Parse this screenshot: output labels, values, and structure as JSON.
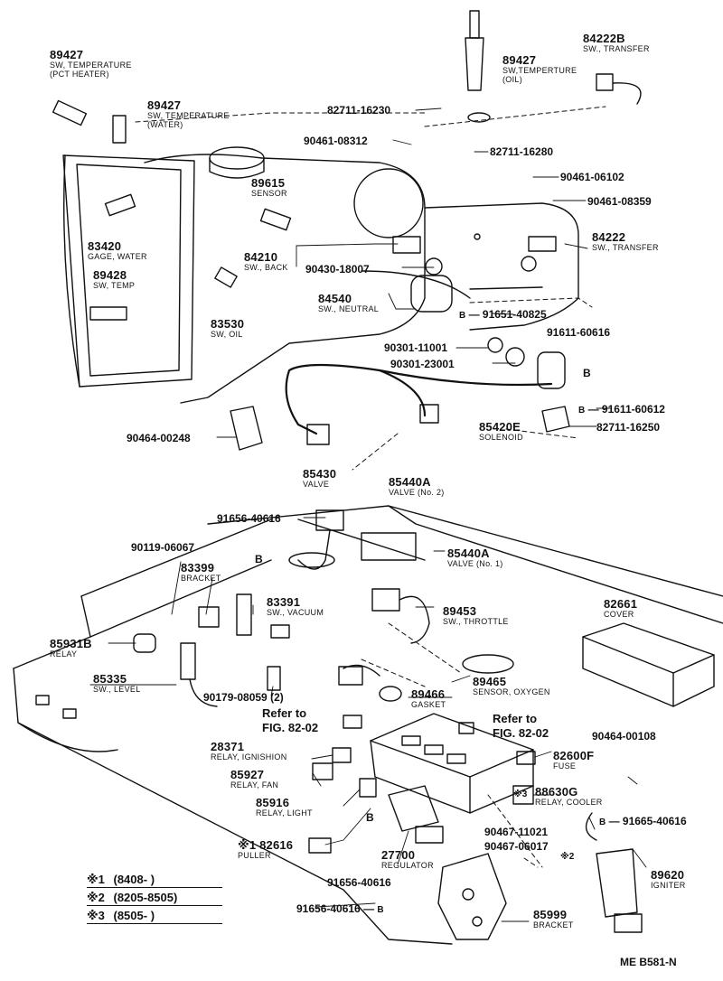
{
  "labels": {
    "p89427a": {
      "num": "89427",
      "desc": "SW, TEMPERATURE",
      "desc2": "(PCT HEATER)"
    },
    "p89427b": {
      "num": "89427",
      "desc": "SW, TEMPERATURE",
      "desc2": "(WATER)"
    },
    "p89427c": {
      "num": "89427",
      "desc": "SW,TEMPERTURE",
      "desc2": "(OIL)"
    },
    "p84222B": {
      "num": "84222B",
      "desc": "SW., TRANSFER"
    },
    "p89615": {
      "num": "89615",
      "desc": "SENSOR"
    },
    "p83420": {
      "num": "83420",
      "desc": "GAGE, WATER"
    },
    "p89428": {
      "num": "89428",
      "desc": "SW, TEMP"
    },
    "p84210": {
      "num": "84210",
      "desc": "SW., BACK"
    },
    "p83530": {
      "num": "83530",
      "desc": "SW, OIL"
    },
    "p84540": {
      "num": "84540",
      "desc": "SW., NEUTRAL"
    },
    "p84222": {
      "num": "84222",
      "desc": "SW., TRANSFER"
    },
    "p85420E": {
      "num": "85420E",
      "desc": "SOLENOID"
    },
    "p85430": {
      "num": "85430",
      "desc": "VALVE"
    },
    "p85440A2": {
      "num": "85440A",
      "desc": "VALVE (No. 2)"
    },
    "p85440A1": {
      "num": "85440A",
      "desc": "VALVE (No. 1)"
    },
    "p83399": {
      "num": "83399",
      "desc": "BRACKET"
    },
    "p83391": {
      "num": "83391",
      "desc": "SW., VACUUM"
    },
    "p89453": {
      "num": "89453",
      "desc": "SW., THROTTLE"
    },
    "p82661": {
      "num": "82661",
      "desc": "COVER"
    },
    "p85931B": {
      "num": "85931B",
      "desc": "RELAY"
    },
    "p85335": {
      "num": "85335",
      "desc": "SW., LEVEL"
    },
    "p89466": {
      "num": "89466",
      "desc": "GASKET"
    },
    "p89465": {
      "num": "89465",
      "desc": "SENSOR, OXYGEN"
    },
    "p28371": {
      "num": "28371",
      "desc": "RELAY, IGNISHION"
    },
    "p85927": {
      "num": "85927",
      "desc": "RELAY, FAN"
    },
    "p82600F": {
      "num": "82600F",
      "desc": "FUSE"
    },
    "p88630G": {
      "num": "88630G",
      "desc": "RELAY, COOLER"
    },
    "p85916": {
      "num": "85916",
      "desc": "RELAY, LIGHT"
    },
    "p82616": {
      "num": "※1 82616",
      "desc": "PULLER"
    },
    "p27700": {
      "num": "27700",
      "desc": "REGULATOR"
    },
    "p89620": {
      "num": "89620",
      "desc": "IGNITER"
    },
    "p85999": {
      "num": "85999",
      "desc": "BRACKET"
    }
  },
  "inline": {
    "n82711_16230": "82711-16230",
    "n90461_08312": "90461-08312",
    "n82711_16280": "82711-16280",
    "n90461_06102": "90461-06102",
    "n90461_08359": "90461-08359",
    "n90430_18007": "90430-18007",
    "n91651_40825": "91651-40825",
    "n90301_11001": "90301-11001",
    "n91611_60616": "91611-60616",
    "n90301_23001": "90301-23001",
    "n91611_60612": "91611-60612",
    "n82711_16250": "82711-16250",
    "n90464_00248": "90464-00248",
    "n91656_40616a": "91656-40616",
    "n90119_06067": "90119-06067",
    "n90179_08059": "90179-08059 (2)",
    "n90464_00108": "90464-00108",
    "n91665_40616": "91665-40616",
    "n90467_11021": "90467-11021",
    "n90467_06017": "90467-06017",
    "n91656_40616b": "91656-40616",
    "n91656_40616c": "91656-40616",
    "star3": "※3",
    "star2": "※2"
  },
  "refs": {
    "ref1_line1": "Refer to",
    "ref1_line2": "FIG. 82-02",
    "ref2_line1": "Refer to",
    "ref2_line2": "FIG. 82-02"
  },
  "circle_b": "B",
  "notes": [
    {
      "mark": "※1",
      "range": "(8408-        )"
    },
    {
      "mark": "※2",
      "range": "(8205-8505)"
    },
    {
      "mark": "※3",
      "range": "(8505-        )"
    }
  ],
  "footer_code": "ME B581-N"
}
